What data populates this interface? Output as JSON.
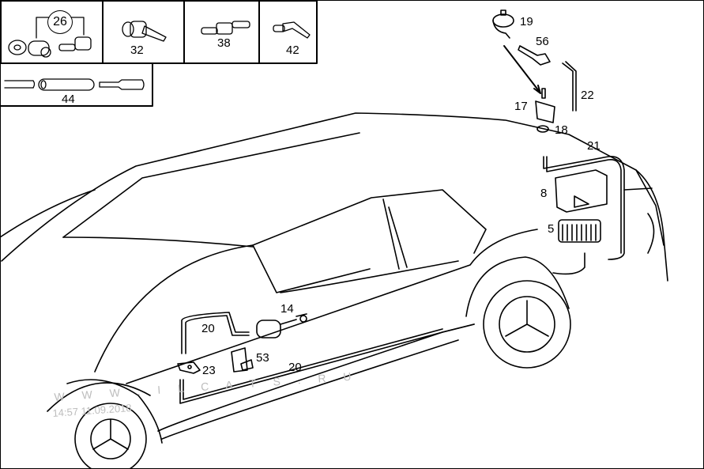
{
  "diagram": {
    "type": "parts-diagram",
    "subject": "vehicle vacuum / central locking line components (wagon body)",
    "inset_parts": [
      {
        "id": "inset-26",
        "label": "26"
      },
      {
        "id": "inset-32",
        "label": "32"
      },
      {
        "id": "inset-38",
        "label": "38"
      },
      {
        "id": "inset-42",
        "label": "42"
      },
      {
        "id": "inset-44",
        "label": "44"
      }
    ],
    "callouts": [
      {
        "id": "part-19",
        "label": "19"
      },
      {
        "id": "part-56",
        "label": "56"
      },
      {
        "id": "part-22",
        "label": "22"
      },
      {
        "id": "part-17",
        "label": "17"
      },
      {
        "id": "part-18",
        "label": "18"
      },
      {
        "id": "part-21",
        "label": "21"
      },
      {
        "id": "part-8",
        "label": "8"
      },
      {
        "id": "part-5",
        "label": "5"
      },
      {
        "id": "part-14",
        "label": "14"
      },
      {
        "id": "part-20a",
        "label": "20"
      },
      {
        "id": "part-20b",
        "label": "20"
      },
      {
        "id": "part-53",
        "label": "53"
      },
      {
        "id": "part-23",
        "label": "23"
      }
    ],
    "watermark": {
      "site": "W W W . I L C A T S . R U",
      "timestamp": "14:57 11.09.2018"
    }
  }
}
